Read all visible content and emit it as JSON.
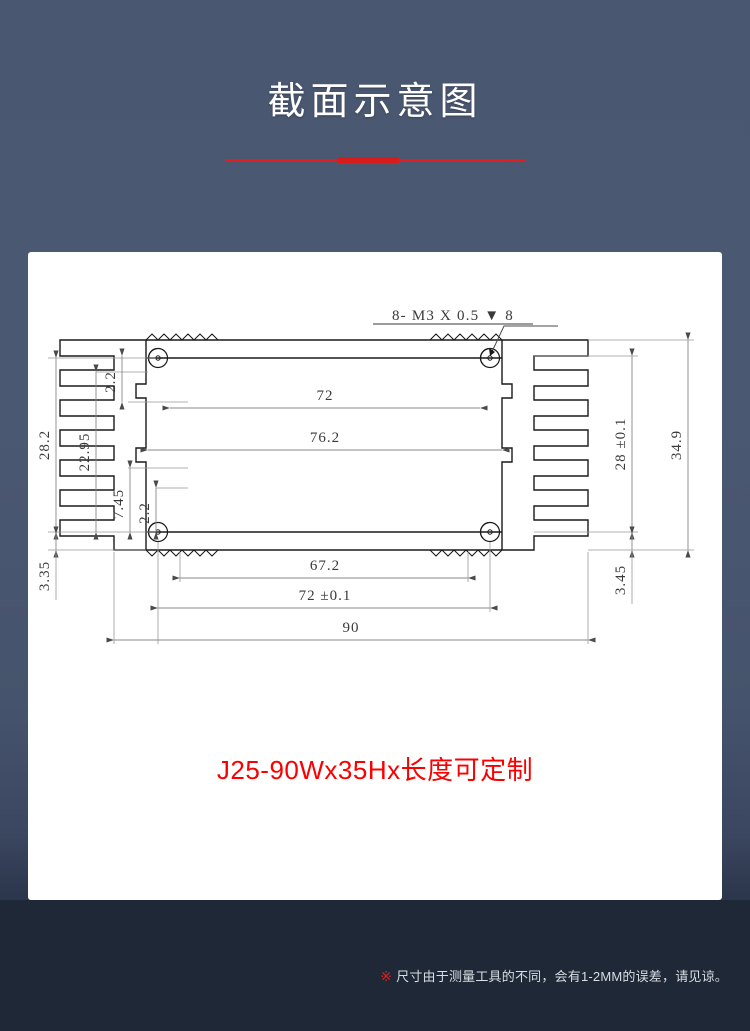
{
  "page": {
    "title": "截面示意图",
    "background_top_color": "#4b5872",
    "background_bottom_color": "#1e2836",
    "accent_color": "#e02020"
  },
  "divider": {
    "name": "title-divider"
  },
  "card": {
    "background_color": "#ffffff"
  },
  "drawing": {
    "annotation_thread": "8- M3 X 0.5 ▼ 8",
    "dimensions_left": [
      {
        "label": "28.2",
        "orientation": "vertical"
      },
      {
        "label": "22.95",
        "orientation": "vertical"
      },
      {
        "label": "2.2",
        "orientation": "vertical"
      },
      {
        "label": "7.45",
        "orientation": "vertical"
      },
      {
        "label": "2.2",
        "orientation": "vertical"
      },
      {
        "label": "3.35",
        "orientation": "vertical"
      }
    ],
    "dimensions_right": [
      {
        "label": "28 ±0.1",
        "orientation": "vertical"
      },
      {
        "label": "34.9",
        "orientation": "vertical"
      },
      {
        "label": "3.45",
        "orientation": "vertical"
      }
    ],
    "dimensions_horizontal": [
      {
        "label": "72",
        "orientation": "horizontal"
      },
      {
        "label": "76.2",
        "orientation": "horizontal"
      },
      {
        "label": "67.2",
        "orientation": "horizontal"
      },
      {
        "label": "72 ±0.1",
        "orientation": "horizontal"
      },
      {
        "label": "90",
        "orientation": "horizontal"
      }
    ],
    "line_color": "#1a1a1a",
    "dim_line_color": "#888888"
  },
  "product": {
    "code": "J25-90Wx35Hx长度可定制",
    "color": "#fa0000"
  },
  "footer": {
    "asterisk": "※",
    "note": "尺寸由于测量工具的不同，会有1-2MM的误差，请见谅。"
  }
}
